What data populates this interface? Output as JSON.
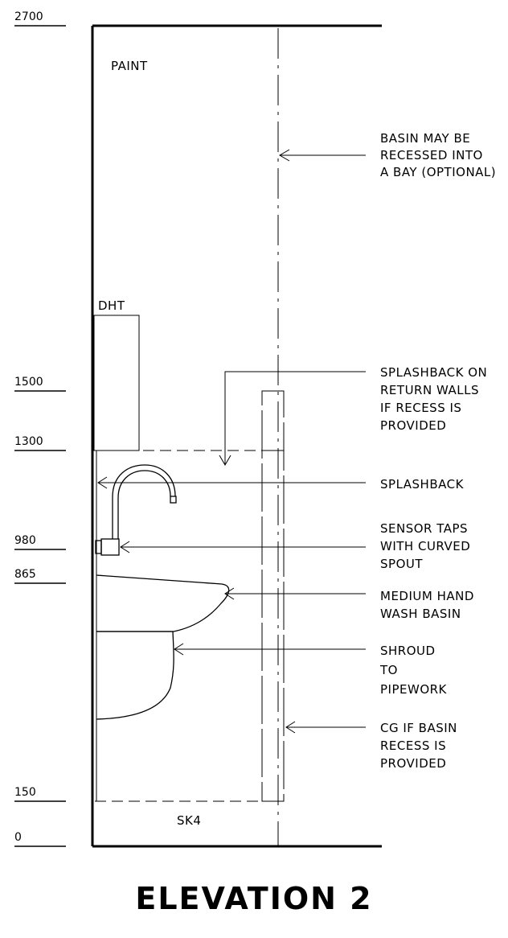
{
  "levels": [
    "2700",
    "1500",
    "1300",
    "980",
    "865",
    "150",
    "0"
  ],
  "labels": {
    "paint": "PAINT",
    "dht": "DHT",
    "sk4": "SK4"
  },
  "annotations": {
    "recess": [
      "BASIN MAY BE",
      "RECESSED INTO",
      "A BAY (OPTIONAL)"
    ],
    "return_walls": [
      "SPLASHBACK ON",
      "RETURN WALLS",
      "IF RECESS IS",
      "PROVIDED"
    ],
    "splashback": [
      "SPLASHBACK"
    ],
    "taps": [
      "SENSOR TAPS",
      "WITH CURVED",
      "SPOUT"
    ],
    "basin": [
      "MEDIUM HAND",
      "WASH BASIN"
    ],
    "shroud": [
      "SHROUD",
      "TO",
      "PIPEWORK"
    ],
    "cg": [
      "CG IF BASIN",
      "RECESS IS",
      "PROVIDED"
    ]
  },
  "title": "ELEVATION 2"
}
